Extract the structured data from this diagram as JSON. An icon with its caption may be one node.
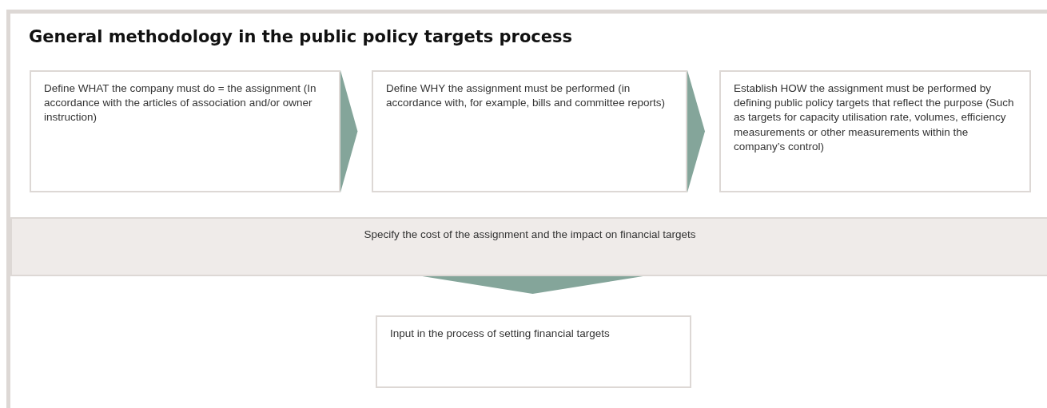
{
  "diagram": {
    "title": "General methodology in the public policy targets process",
    "nodes": [
      {
        "text": [
          "Define WHAT the company must do = the assignment (In accordance with the articles of association and/or owner instruction)"
        ]
      },
      {
        "text": [
          "Define WHY the assignment must be performed (in accordance with, for example, bills and committee reports)"
        ]
      },
      {
        "text": [
          "Establish HOW the assignment must be performed by defining public policy targets that reflect the purpose (Such as targets for capacity utilisation rate, volumes, efficiency measurements or other measurements within the company’s control)"
        ]
      },
      {
        "text": [
          "Specify the cost of the assignment and the impact on financial targets"
        ]
      },
      {
        "text": [
          "Input in the process of setting financial targets"
        ]
      }
    ],
    "edges": [
      {
        "from": 0,
        "to": 1,
        "arrow": "to"
      },
      {
        "from": 1,
        "to": 2,
        "arrow": "to"
      },
      {
        "from": 3,
        "to": 4,
        "arrow": "to"
      }
    ]
  }
}
